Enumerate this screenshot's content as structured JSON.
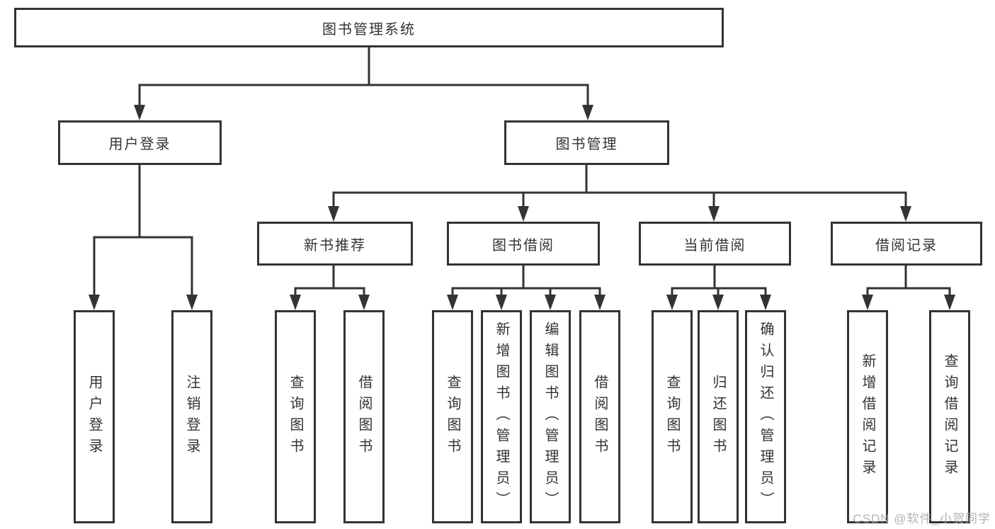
{
  "diagram_title": "图书管理系统",
  "tree": {
    "label": "图书管理系统",
    "children": [
      {
        "label": "用户登录",
        "children": [
          {
            "label": "用户登录"
          },
          {
            "label": "注销登录"
          }
        ]
      },
      {
        "label": "图书管理",
        "children": [
          {
            "label": "新书推荐",
            "children": [
              {
                "label": "查询图书"
              },
              {
                "label": "借阅图书"
              }
            ]
          },
          {
            "label": "图书借阅",
            "children": [
              {
                "label": "查询图书"
              },
              {
                "label": "新增图书（管理员）"
              },
              {
                "label": "编辑图书（管理员）"
              },
              {
                "label": "借阅图书"
              }
            ]
          },
          {
            "label": "当前借阅",
            "children": [
              {
                "label": "查询图书"
              },
              {
                "label": "归还图书"
              },
              {
                "label": "确认归还（管理员）"
              }
            ]
          },
          {
            "label": "借阅记录",
            "children": [
              {
                "label": "新增借阅记录"
              },
              {
                "label": "查询借阅记录"
              }
            ]
          }
        ]
      }
    ]
  },
  "watermark": {
    "text": "CSDN @软件_小贺同学"
  },
  "colors": {
    "line": "#333333",
    "box_border": "#333333",
    "box_fill": "#ffffff",
    "text": "#333333",
    "background": "#ffffff",
    "watermark": "#ababab"
  }
}
